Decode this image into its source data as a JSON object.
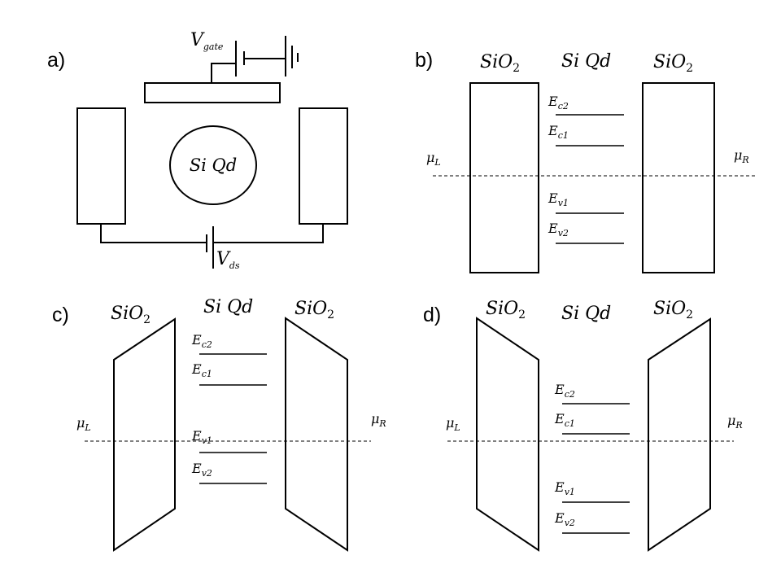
{
  "panels": {
    "a": {
      "tag": "a)",
      "gate_label": {
        "base": "V",
        "sub": "gate"
      },
      "dot_label": "Si Qd",
      "ds_label": {
        "base": "V",
        "sub": "ds"
      }
    },
    "b": {
      "tag": "b)",
      "left_oxide": {
        "base": "SiO",
        "sub": "2"
      },
      "center_label": "Si Qd",
      "right_oxide": {
        "base": "SiO",
        "sub": "2"
      },
      "mu_left": {
        "base": "μ",
        "sub": "L"
      },
      "mu_right": {
        "base": "μ",
        "sub": "R"
      },
      "levels": [
        {
          "base": "E",
          "sub": "c2"
        },
        {
          "base": "E",
          "sub": "c1"
        },
        {
          "base": "E",
          "sub": "v1"
        },
        {
          "base": "E",
          "sub": "v2"
        }
      ]
    },
    "c": {
      "tag": "c)",
      "left_oxide": {
        "base": "SiO",
        "sub": "2"
      },
      "center_label": "Si Qd",
      "right_oxide": {
        "base": "SiO",
        "sub": "2"
      },
      "mu_left": {
        "base": "μ",
        "sub": "L"
      },
      "mu_right": {
        "base": "μ",
        "sub": "R"
      },
      "levels": [
        {
          "base": "E",
          "sub": "c2"
        },
        {
          "base": "E",
          "sub": "c1"
        },
        {
          "base": "E",
          "sub": "v1"
        },
        {
          "base": "E",
          "sub": "v2"
        }
      ]
    },
    "d": {
      "tag": "d)",
      "left_oxide": {
        "base": "SiO",
        "sub": "2"
      },
      "center_label": "Si Qd",
      "right_oxide": {
        "base": "SiO",
        "sub": "2"
      },
      "mu_left": {
        "base": "μ",
        "sub": "L"
      },
      "mu_right": {
        "base": "μ",
        "sub": "R"
      },
      "levels": [
        {
          "base": "E",
          "sub": "c2"
        },
        {
          "base": "E",
          "sub": "c1"
        },
        {
          "base": "E",
          "sub": "v1"
        },
        {
          "base": "E",
          "sub": "v2"
        }
      ]
    }
  }
}
